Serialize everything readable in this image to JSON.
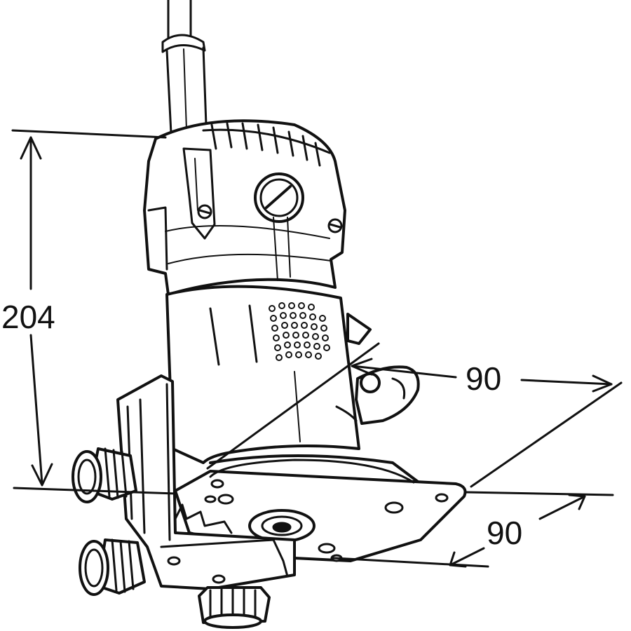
{
  "dimensions": {
    "height": "204",
    "width_side": "90",
    "depth_side": "90"
  },
  "colors": {
    "line": "#111111",
    "background": "#ffffff"
  }
}
